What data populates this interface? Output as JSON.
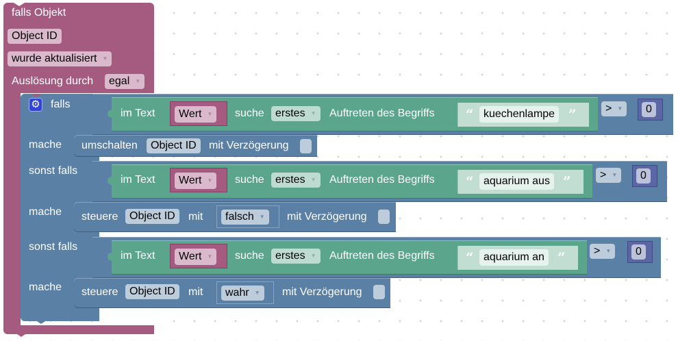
{
  "event_block": {
    "title": "falls Objekt",
    "object_field": "Object ID",
    "condition_dropdown": "wurde aktualisiert",
    "trigger_label": "Auslösung durch",
    "trigger_dropdown": "egal"
  },
  "if_block": {
    "gear_icon": "gear-icon",
    "branches": [
      {
        "label": "falls",
        "condition": {
          "in_text_label": "im Text",
          "variable": "Wert",
          "search_label": "suche",
          "occurrence": "erstes",
          "occurrence_label": "Auftreten des Begriffs",
          "term": "kuechenlampe",
          "operator": ">",
          "compare_value": "0"
        },
        "do_label": "mache",
        "action": {
          "verb": "umschalten",
          "object": "Object ID",
          "delay_label": "mit Verzögerung"
        }
      },
      {
        "label": "sonst falls",
        "condition": {
          "in_text_label": "im Text",
          "variable": "Wert",
          "search_label": "suche",
          "occurrence": "erstes",
          "occurrence_label": "Auftreten des Begriffs",
          "term": "aquarium aus",
          "operator": ">",
          "compare_value": "0"
        },
        "do_label": "mache",
        "action": {
          "verb": "steuere",
          "object": "Object ID",
          "with_label": "mit",
          "value": "falsch",
          "delay_label": "mit Verzögerung"
        }
      },
      {
        "label": "sonst falls",
        "condition": {
          "in_text_label": "im Text",
          "variable": "Wert",
          "search_label": "suche",
          "occurrence": "erstes",
          "occurrence_label": "Auftreten des Begriffs",
          "term": "aquarium an",
          "operator": ">",
          "compare_value": "0"
        },
        "do_label": "mache",
        "action": {
          "verb": "steuere",
          "object": "Object ID",
          "with_label": "mit",
          "value": "wahr",
          "delay_label": "mit Verzögerung"
        }
      }
    ]
  },
  "colors": {
    "event": "#a55b80",
    "logic": "#5b80a5",
    "text": "#5ba58c",
    "math": "#5b67a5",
    "gear": "#3244d8"
  }
}
